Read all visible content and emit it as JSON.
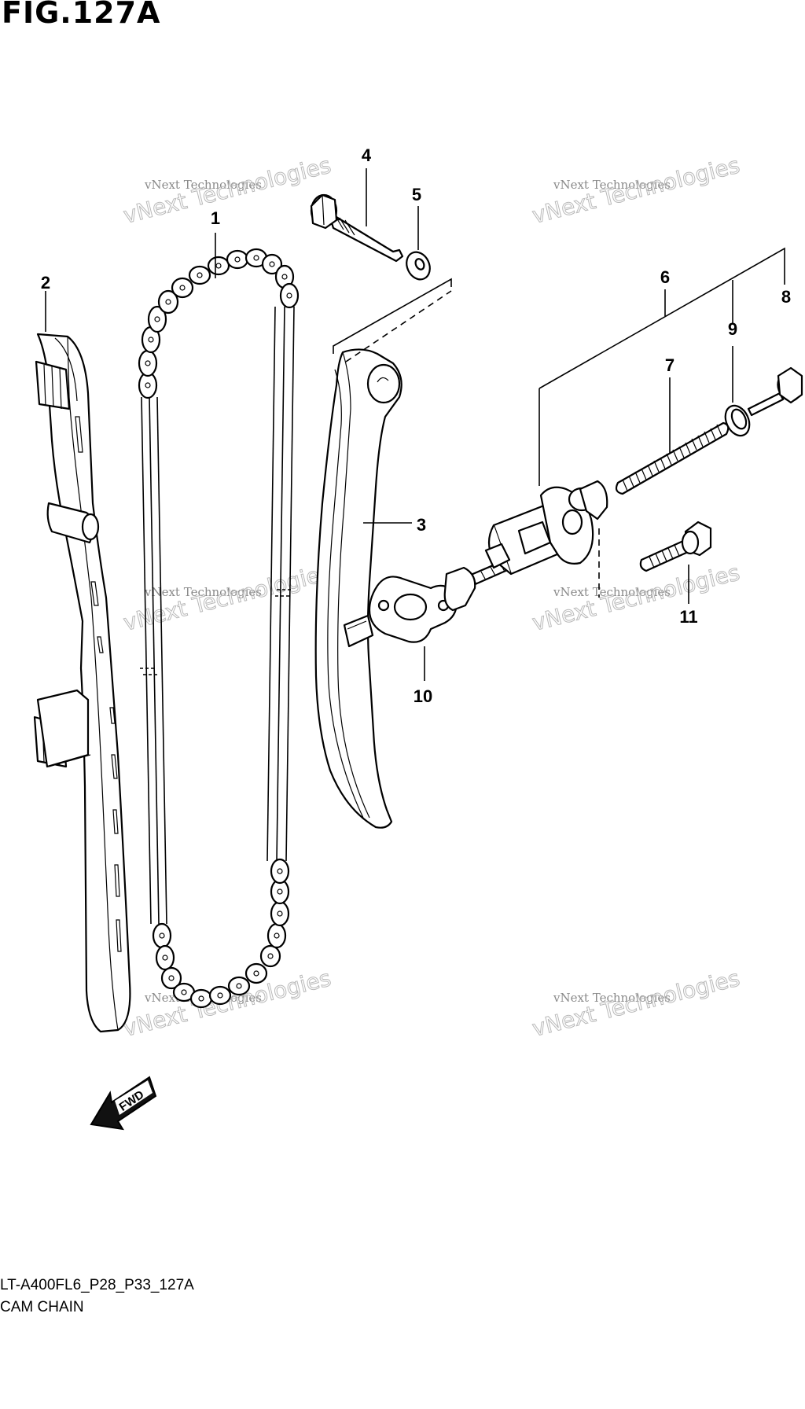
{
  "figure": {
    "title": "FIG.127A",
    "drawing_code": "LT-A400FL6_P28_P33_127A",
    "subtitle": "CAM CHAIN"
  },
  "callouts": [
    "1",
    "2",
    "3",
    "4",
    "5",
    "6",
    "7",
    "8",
    "9",
    "10",
    "11"
  ],
  "parts": [
    {
      "ref": "1",
      "item": "cam-chain"
    },
    {
      "ref": "2",
      "item": "cam-chain-guide"
    },
    {
      "ref": "3",
      "item": "cam-chain-tensioner"
    },
    {
      "ref": "4",
      "item": "tensioner-pivot-bolt"
    },
    {
      "ref": "5",
      "item": "washer"
    },
    {
      "ref": "6",
      "item": "tensioner-adjuster-assembly"
    },
    {
      "ref": "7",
      "item": "spring"
    },
    {
      "ref": "8",
      "item": "cap-bolt"
    },
    {
      "ref": "9",
      "item": "o-ring-gasket"
    },
    {
      "ref": "10",
      "item": "adjuster-gasket"
    },
    {
      "ref": "11",
      "item": "adjuster-mounting-bolt"
    }
  ],
  "fwd_arrow": {
    "label": "FWD"
  },
  "watermark": {
    "line1": "vNext Technologies",
    "line2": "vNext Technologies",
    "color": "#8a8a8a"
  }
}
